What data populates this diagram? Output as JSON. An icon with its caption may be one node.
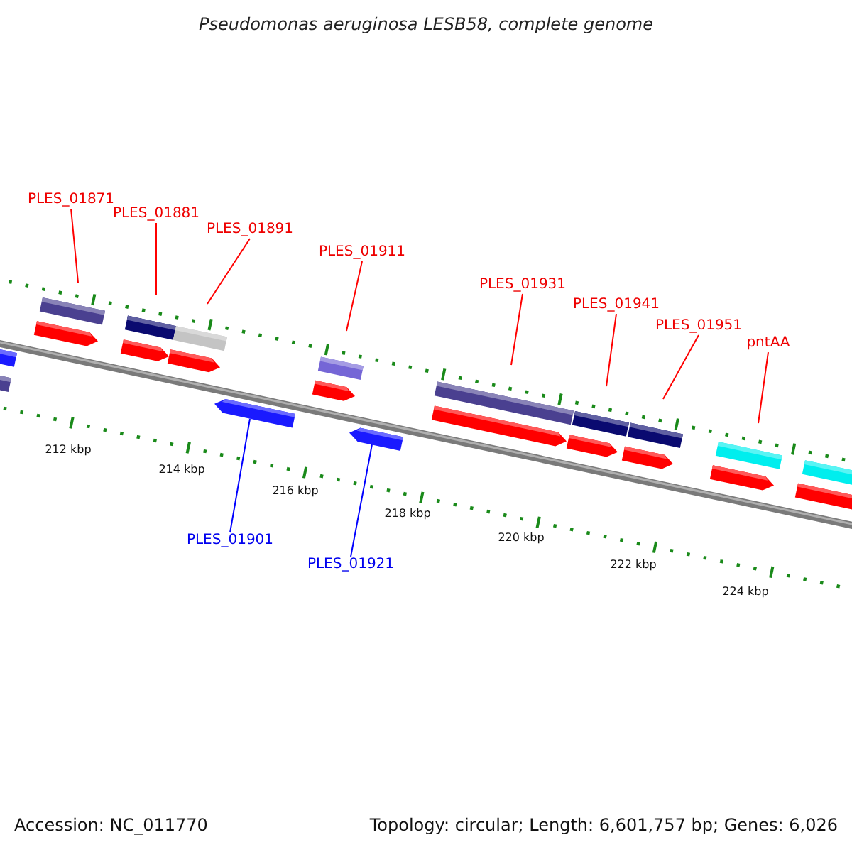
{
  "diagram": {
    "title": "Pseudomonas aeruginosa LESB58, complete genome",
    "nodes": [
      {
        "text": [
          "PLES_01871"
        ]
      },
      {
        "text": [
          "PLES_01881"
        ]
      },
      {
        "text": [
          "PLES_01891"
        ]
      },
      {
        "text": [
          "PLES_01911"
        ]
      },
      {
        "text": [
          "PLES_01931"
        ]
      },
      {
        "text": [
          "PLES_01941"
        ]
      },
      {
        "text": [
          "PLES_01951"
        ]
      },
      {
        "text": [
          "pntAA"
        ]
      },
      {
        "text": [
          "PLES_01901"
        ]
      },
      {
        "text": [
          "PLES_01921"
        ]
      },
      {
        "text": [],
        "shape": "bar"
      },
      {
        "text": [],
        "shape": "bar"
      },
      {
        "text": [],
        "shape": "bar"
      },
      {
        "text": [],
        "shape": "bar"
      },
      {
        "text": [],
        "shape": "bar"
      },
      {
        "text": [],
        "shape": "bar"
      },
      {
        "text": [],
        "shape": "bar"
      },
      {
        "text": [],
        "shape": "bar"
      },
      {
        "text": [],
        "shape": "arrow"
      },
      {
        "text": [],
        "shape": "arrow"
      }
    ],
    "edges": [
      {
        "from": 0,
        "to": 10,
        "arrow": "none"
      },
      {
        "from": 1,
        "to": 11,
        "arrow": "none"
      },
      {
        "from": 2,
        "to": 12,
        "arrow": "none"
      },
      {
        "from": 3,
        "to": 13,
        "arrow": "none"
      },
      {
        "from": 4,
        "to": 14,
        "arrow": "none"
      },
      {
        "from": 5,
        "to": 15,
        "arrow": "none"
      },
      {
        "from": 6,
        "to": 16,
        "arrow": "none"
      },
      {
        "from": 7,
        "to": 17,
        "arrow": "none"
      },
      {
        "from": 8,
        "to": 18,
        "arrow": "none",
        "color": "#0000ff"
      },
      {
        "from": 9,
        "to": 19,
        "arrow": "none",
        "color": "#0000ff"
      }
    ],
    "labels": [
      "212 kbp",
      "214 kbp",
      "216 kbp",
      "218 kbp",
      "220 kbp",
      "222 kbp",
      "224 kbp",
      "Accession: NC_011770",
      "Topology: circular; Length: 6,601,757 bp; Genes: 6,026"
    ]
  }
}
